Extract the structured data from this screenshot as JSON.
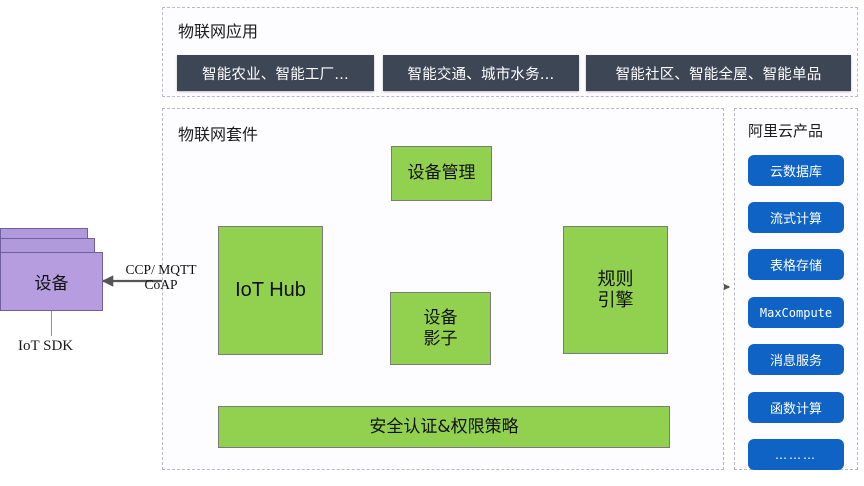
{
  "colors": {
    "green": "#92D050",
    "dark_chip": "#3d4654",
    "purple": "#b59ddf",
    "blue": "#0F63C4",
    "arrow": "#555555",
    "dashed_border": "#b9b9c6"
  },
  "applications_section": {
    "title": "物联网应用",
    "chips": [
      {
        "label": "智能农业、智能工厂…"
      },
      {
        "label": "智能交通、城市水务…"
      },
      {
        "label": "智能社区、智能全屋、智能单品"
      }
    ]
  },
  "suite_section": {
    "title": "物联网套件",
    "boxes": [
      {
        "name": "device-management",
        "label": "设备管理"
      },
      {
        "name": "iot-hub",
        "label": "IoT Hub"
      },
      {
        "name": "device-shadow",
        "label": "设备\n影子",
        "line1": "设备",
        "line2": "影子"
      },
      {
        "name": "rule-engine",
        "label": "规则\n引擎",
        "line1": "规则",
        "line2": "引擎"
      },
      {
        "name": "security-bar",
        "label": "安全认证&权限策略"
      }
    ]
  },
  "device_section": {
    "label": "设备",
    "sdk_label": "IoT SDK",
    "protocol_line1": "CCP/ MQTT",
    "protocol_line2": "CoAP"
  },
  "cloud_products_section": {
    "title": "阿里云产品",
    "items": [
      {
        "label": "云数据库"
      },
      {
        "label": "流式计算"
      },
      {
        "label": "表格存储"
      },
      {
        "label": "MaxCompute"
      },
      {
        "label": "消息服务"
      },
      {
        "label": "函数计算"
      },
      {
        "label": "………"
      }
    ]
  }
}
